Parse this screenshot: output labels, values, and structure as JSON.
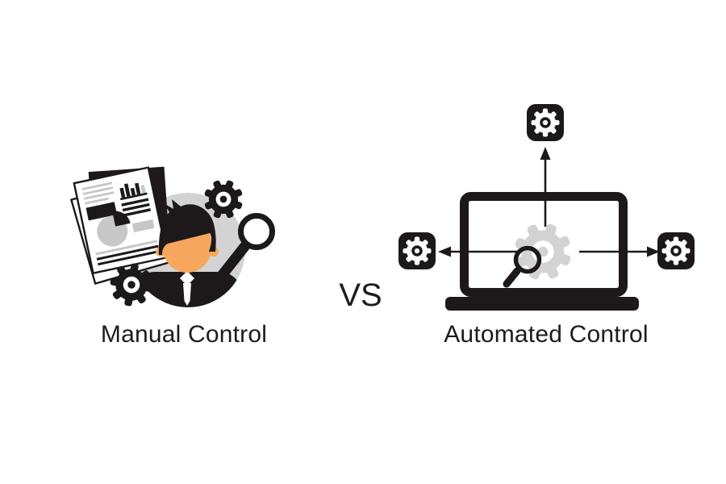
{
  "page": {
    "background": "#ffffff"
  },
  "colors": {
    "ink": "#1d191a",
    "light-gray": "#d3d3d3",
    "doc-gray": "#c7c7c7",
    "skin": "#f6a75d",
    "text": "#1c1c1c",
    "white": "#ffffff"
  },
  "comparison": {
    "left": {
      "label": "Manual Control",
      "icons": [
        "documents-icon",
        "person-icon",
        "gear-icon",
        "gear-icon",
        "magnifier-icon"
      ]
    },
    "divider": {
      "label": "VS"
    },
    "right": {
      "label": "Automated Control",
      "icons": [
        "laptop-icon",
        "gear-icon",
        "magnifier-icon",
        "gear-badge",
        "gear-badge",
        "gear-badge",
        "arrow-up-icon",
        "arrow-left-icon",
        "arrow-right-icon"
      ]
    }
  }
}
